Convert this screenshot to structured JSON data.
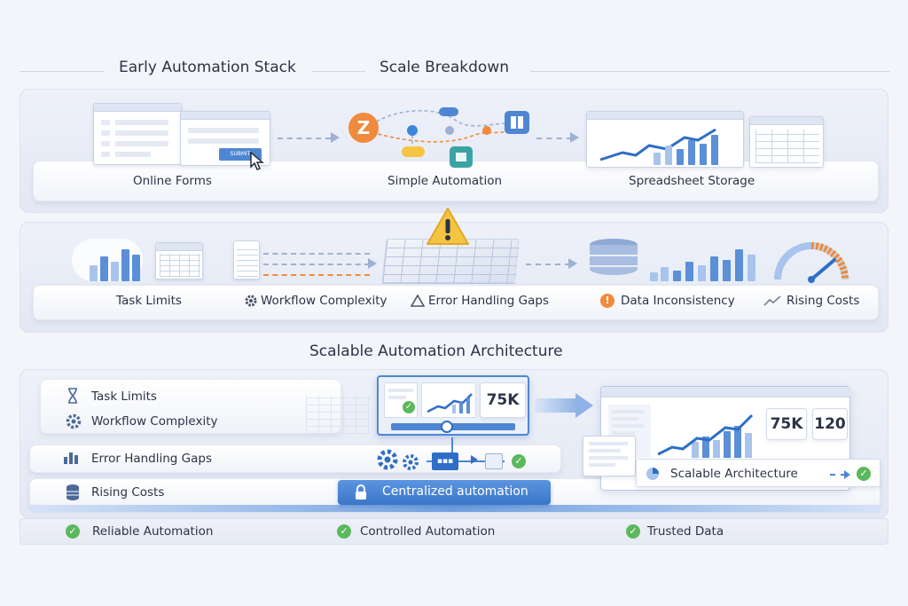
{
  "headings": {
    "early": "Early Automation Stack",
    "breakdown": "Scale Breakdown",
    "scalable": "Scalable Automation Architecture"
  },
  "stack": {
    "online_forms": "Online Forms",
    "submit_button": "SUBMIT",
    "simple_automation": "Simple Automation",
    "zapier_letter": "Z",
    "spreadsheet_storage": "Spreadsheet Storage"
  },
  "breakdown": {
    "task_limits": "Task Limits",
    "workflow_complexity": "Workflow Complexity",
    "error_handling_gaps": "Error Handling Gaps",
    "data_inconsistency": "Data Inconsistency",
    "rising_costs": "Rising Costs"
  },
  "architecture": {
    "left_items": [
      "Task Limits",
      "Workflow Complexity",
      "Error Handling Gaps",
      "Rising Costs"
    ],
    "kpi_center": "75K",
    "kpi_right_1": "75K",
    "kpi_right_2": "120",
    "centralized": "Centralized automation",
    "scalable_arch": "Scalable Architecture"
  },
  "outcomes": [
    "Reliable Automation",
    "Controlled Automation",
    "Trusted Data"
  ],
  "colors": {
    "accent_blue": "#5b8fd6",
    "light_blue": "#a8c4ec",
    "orange": "#f08a3c",
    "warning_yellow": "#f5c542",
    "check_green": "#5cb85c"
  }
}
